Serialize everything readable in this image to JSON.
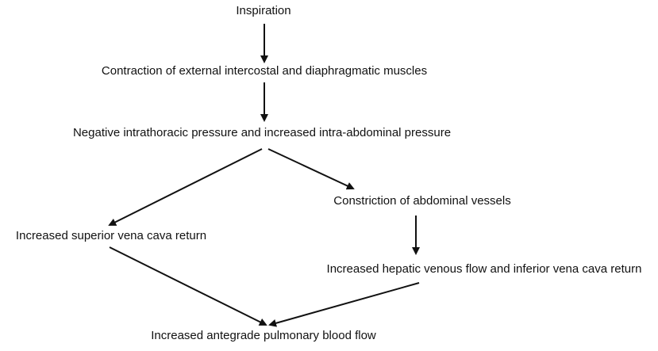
{
  "nodes": {
    "inspiration": "Inspiration",
    "contraction": "Contraction of external intercostal and diaphragmatic muscles",
    "pressure": "Negative intrathoracic pressure and increased intra-abdominal pressure",
    "constriction": "Constriction of abdominal vessels",
    "svc_return": "Increased superior vena cava return",
    "hepatic_ivc": "Increased hepatic venous flow and inferior vena cava return",
    "pulmonary_flow": "Increased antegrade pulmonary blood flow"
  },
  "colors": {
    "text": "#111111",
    "arrow": "#111111",
    "background": "#ffffff"
  }
}
